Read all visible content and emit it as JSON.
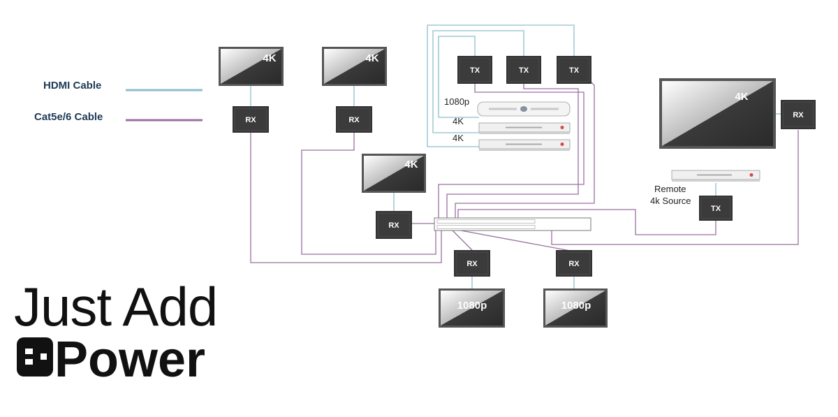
{
  "legend": {
    "hdmi": {
      "label": "HDMI Cable",
      "color": "#8fbdcc"
    },
    "cat": {
      "label": "Cat5e/6 Cable",
      "color": "#9a6fa1"
    }
  },
  "devices": {
    "display_4k": "4K",
    "display_1080": "1080p",
    "tx": "TX",
    "rx": "RX"
  },
  "sources": {
    "src1": "1080p",
    "src2": "4K",
    "src3": "4K",
    "remote": [
      "Remote",
      "4k Source"
    ]
  },
  "logo": {
    "line1": "Just Add",
    "line2": "Power"
  }
}
